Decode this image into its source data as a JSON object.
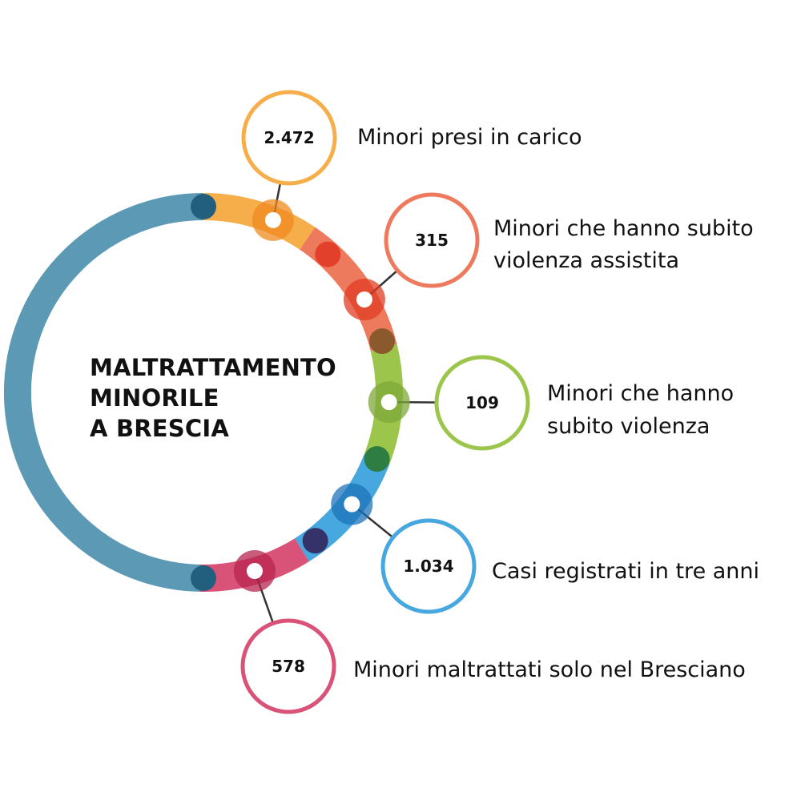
{
  "title_lines": [
    "MALTRATTAMENTO",
    "MINORILE",
    "A BRESCIA"
  ],
  "stats": [
    {
      "value": "2.472",
      "label_lines": [
        "Minori presi in carico"
      ],
      "color": "#F6AE4B"
    },
    {
      "value": "315",
      "label_lines": [
        "Minori che hanno subito",
        "violenza assistita"
      ],
      "color": "#EE7A5E"
    },
    {
      "value": "109",
      "label_lines": [
        "Minori che hanno",
        "subito violenza"
      ],
      "color": "#9CC54B"
    },
    {
      "value": "1.034",
      "label_lines": [
        "Casi registrati in tre anni"
      ],
      "color": "#46A8DE"
    },
    {
      "value": "578",
      "label_lines": [
        "Minori maltrattati solo nel Bresciano"
      ],
      "color": "#D95278"
    }
  ],
  "colors": {
    "ring_main": "#5B99B5",
    "ring_main_dark": "#225F7E"
  }
}
